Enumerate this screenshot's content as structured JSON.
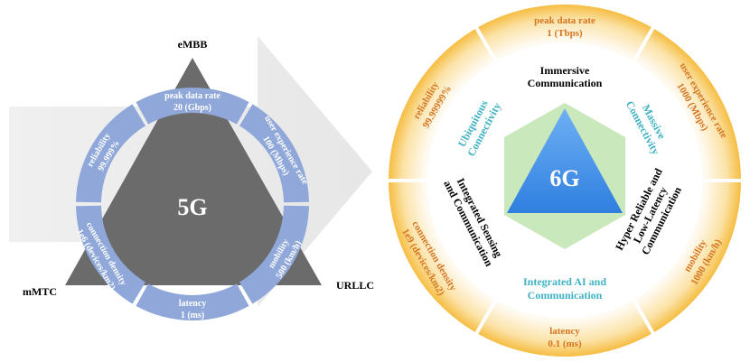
{
  "g5": {
    "center": "5G",
    "vertices": {
      "top": "eMBB",
      "left": "mMTC",
      "right": "URLLC"
    },
    "segments": [
      {
        "line1": "peak data rate",
        "line2": "20 (Gbps)"
      },
      {
        "line1": "user experience rate",
        "line2": "100 (Mbps)"
      },
      {
        "line1": "mobility",
        "line2": "500 (km/h)"
      },
      {
        "line1": "latency",
        "line2": "1 (ms)"
      },
      {
        "line1": "connection density",
        "line2": "1e6 (devices/km2)"
      },
      {
        "line1": "reliability",
        "line2": "99.999%"
      }
    ]
  },
  "g6": {
    "center": "6G",
    "outer": [
      {
        "line1": "peak data rate",
        "line2": "1 (Tbps)"
      },
      {
        "line1": "user experience rate",
        "line2": "1000 (Mbps)"
      },
      {
        "line1": "mobility",
        "line2": "1000 (km/h)"
      },
      {
        "line1": "latency",
        "line2": "0.1 (ms)"
      },
      {
        "line1": "connection density",
        "line2": "1e9 (devices/km2)"
      },
      {
        "line1": "reliability",
        "line2": "99.99999%"
      }
    ],
    "scenarios": {
      "immersive": {
        "line1": "Immersive",
        "line2": "Communication"
      },
      "hrllc": {
        "line1": "Hyper Reliable and",
        "line2": "Low-Latency",
        "line3": "Communication"
      },
      "isac": {
        "line1": "Integrated Sensing",
        "line2": "and Communication"
      }
    },
    "capabilities": {
      "ubiquitous": {
        "line1": "Ubiquitous",
        "line2": "Connectivity"
      },
      "massive": {
        "line1": "Massive",
        "line2": "Connectivity"
      },
      "ai": {
        "line1": "Integrated AI and",
        "line2": "Communication"
      }
    }
  },
  "colors": {
    "triangle": "#6b6b6b",
    "ring5g": "#8fa8d9",
    "ring6g_outer": "#f6bd42",
    "ring6g_inner": "#fdf1d2",
    "text6g_orange": "#d4761f",
    "text_teal": "#3fb2c4",
    "hexagon": "#bfe4b0",
    "triangle6g": "#3d8fe8"
  }
}
